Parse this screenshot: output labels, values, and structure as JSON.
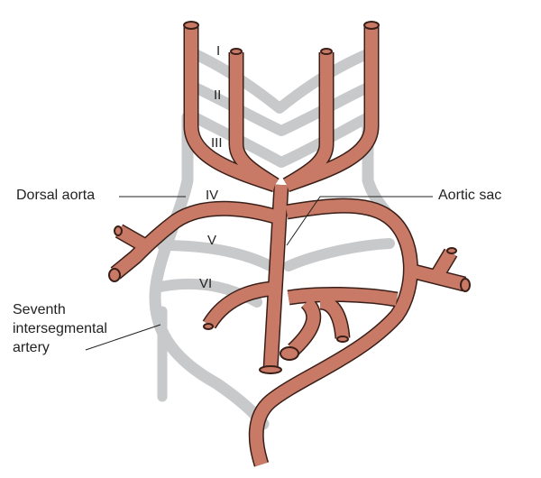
{
  "labels": {
    "dorsal_aorta": "Dorsal aorta",
    "aortic_sac": "Aortic sac",
    "seventh_line1": "Seventh",
    "seventh_line2": "intersegmental",
    "seventh_line3": "artery"
  },
  "arch_numerals": [
    "I",
    "II",
    "III",
    "IV",
    "V",
    "VI"
  ],
  "colors": {
    "artery_fill": "#c97a66",
    "artery_outline": "#3a1f18",
    "regressed_vessel": "#c8c9cb",
    "text": "#222222"
  }
}
